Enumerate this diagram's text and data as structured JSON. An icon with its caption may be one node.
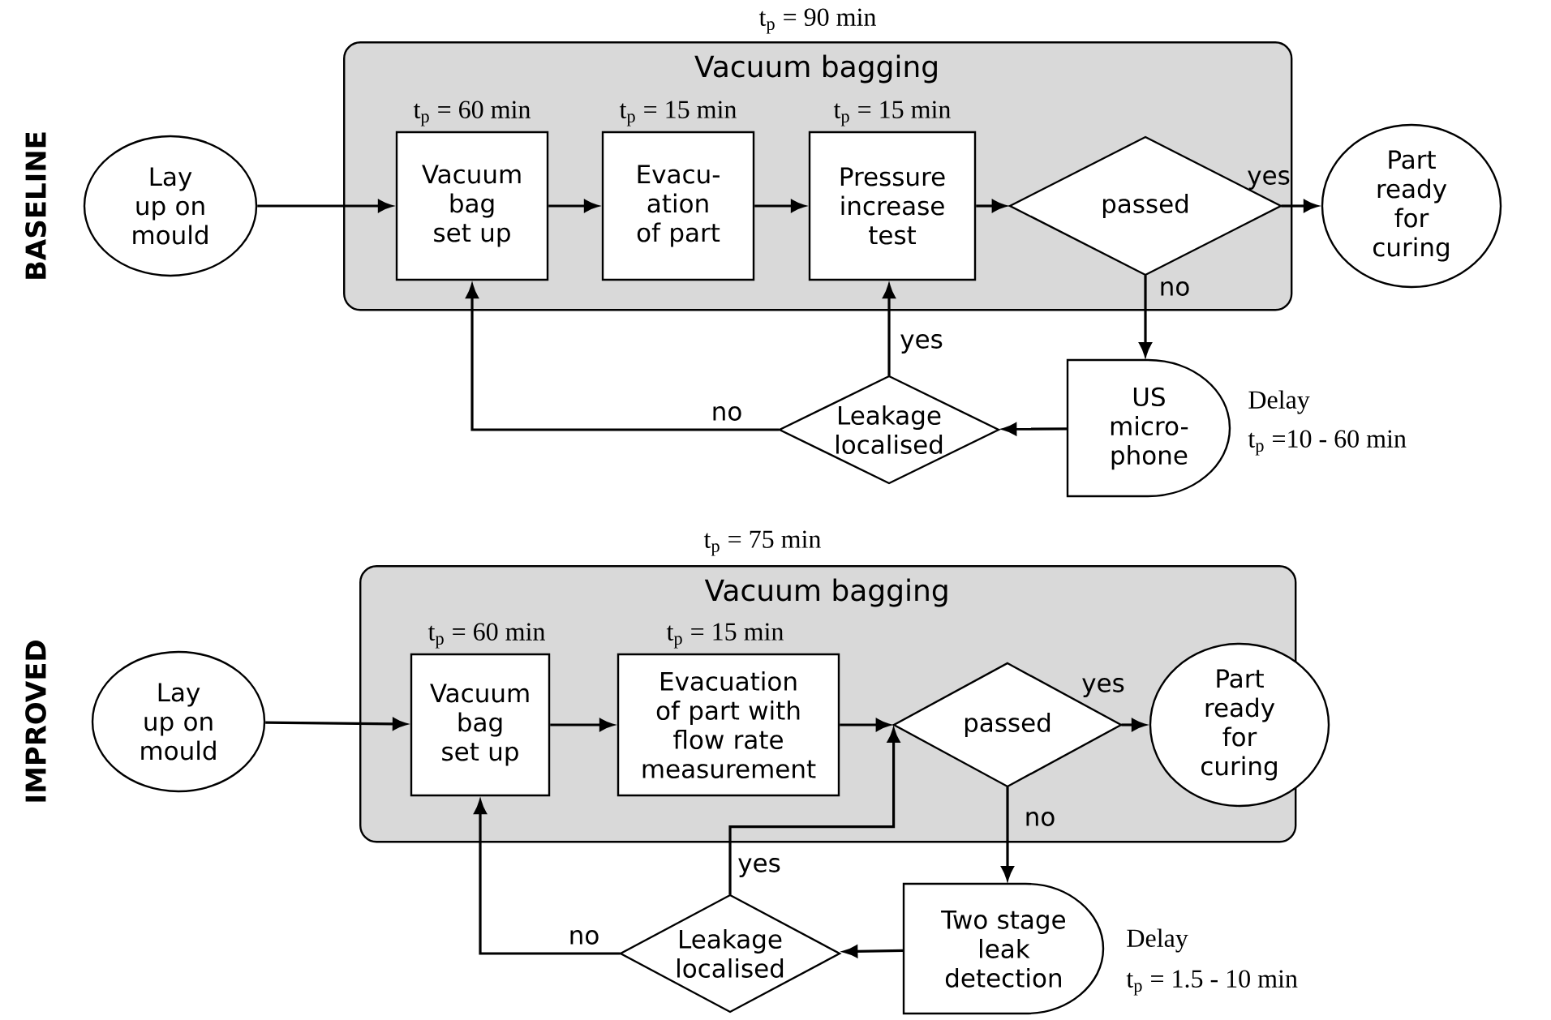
{
  "diagram": {
    "nodes": [
      {
        "text": [
          "Lay up on mould"
        ]
      },
      {
        "text": [
          "Vacuum bagging"
        ],
        "beside": [
          "t$_{p}$ = 90 min"
        ]
      },
      {
        "text": [
          "Vacuum bag set up"
        ],
        "in": 1,
        "beside": [
          "t$_{p}$ = 60 min"
        ]
      },
      {
        "text": [
          "Evacu- ation of part"
        ],
        "in": 1,
        "beside": [
          "t$_{p}$ = 15 min"
        ]
      },
      {
        "text": [
          "Pressure increase test"
        ],
        "in": 1,
        "beside": [
          "t$_{p}$ = 15 min"
        ]
      },
      {
        "text": [
          "passed"
        ],
        "in": 1
      },
      {
        "text": [
          "Part ready for curing"
        ]
      },
      {
        "text": [
          "Leakage localised"
        ]
      },
      {
        "text": [
          "US micro- phone"
        ],
        "beside": [
          "Delay",
          "t$_{p}$ =10 - 60 min"
        ]
      },
      {
        "text": [
          "Lay up on mould"
        ]
      },
      {
        "text": [
          "Vacuum bagging"
        ],
        "beside": [
          "t$_{p}$ = 75 min"
        ]
      },
      {
        "text": [
          "Vacuum bag set up"
        ],
        "in": 10,
        "beside": [
          "t$_{p}$ = 60 min"
        ]
      },
      {
        "text": [
          "Evacuation of part with flow rate measurement"
        ],
        "in": 10,
        "beside": [
          "t$_{p}$ = 15 min"
        ]
      },
      {
        "text": [
          "passed"
        ],
        "in": 10
      },
      {
        "text": [
          "Part ready for curing"
        ]
      },
      {
        "text": [
          "Leakage localised"
        ]
      },
      {
        "text": [
          "Two stage leak detection"
        ],
        "beside": [
          "Delay",
          "t$_{p}$ = 1.5 - 10 min"
        ]
      }
    ],
    "edges": [
      {
        "from": 0,
        "to": 2,
        "arrow": "to"
      },
      {
        "from": 2,
        "to": 3,
        "arrow": "to"
      },
      {
        "from": 3,
        "to": 4,
        "arrow": "to"
      },
      {
        "from": 4,
        "to": 5,
        "arrow": "to"
      },
      {
        "from": 5,
        "to": 6,
        "arrow": "to",
        "label": "yes"
      },
      {
        "from": 5,
        "to": 8,
        "arrow": "to",
        "label": "no"
      },
      {
        "from": 8,
        "to": 7,
        "arrow": "to"
      },
      {
        "from": 7,
        "to": 2,
        "arrow": "to",
        "label": "no"
      },
      {
        "from": 7,
        "to": 4,
        "arrow": "to",
        "label": "yes"
      },
      {
        "from": 9,
        "to": 11,
        "arrow": "to"
      },
      {
        "from": 11,
        "to": 12,
        "arrow": "to"
      },
      {
        "from": 12,
        "to": 13,
        "arrow": "to"
      },
      {
        "from": 13,
        "to": 14,
        "arrow": "to",
        "label": "yes"
      },
      {
        "from": 13,
        "to": 16,
        "arrow": "to",
        "label": "no"
      },
      {
        "from": 16,
        "to": 15,
        "arrow": "to"
      },
      {
        "from": 15,
        "to": 11,
        "arrow": "to",
        "label": "no"
      },
      {
        "from": 15,
        "to": 13,
        "arrow": "to",
        "label": "yes"
      }
    ],
    "labels": [
      "BASELINE",
      "IMPROVED"
    ]
  }
}
